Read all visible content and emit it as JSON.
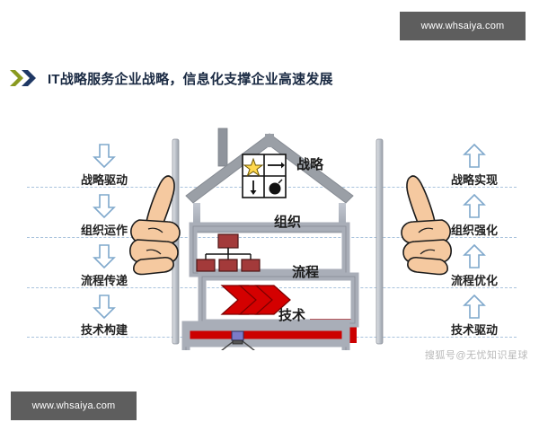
{
  "page": {
    "title_text": "IT战略服务企业战略，信息化支撑企业高速发展",
    "logo_icon": "double-chevron-icon",
    "logo_colors": {
      "first": "#8a9a20",
      "second": "#1f3864"
    },
    "background": "#ffffff"
  },
  "watermarks": {
    "top_right": "www.whsaiya.com",
    "bottom_left": "www.whsaiya.com",
    "faint_bottom_right": "搜狐号@无忧知识星球",
    "box_color": "#5e5e5e",
    "box_text_color": "#ffffff",
    "faint_color": "#b9b9b9"
  },
  "diagram": {
    "type": "house-framework",
    "left_column_header": "",
    "right_column_header": "",
    "left_arrow_direction": "down",
    "right_arrow_direction": "up",
    "arrow_stroke": "#7fa8cc",
    "arrow_fill": "#ffffff",
    "dash_color": "#a9c3dd",
    "hand_icon_left": "thumbs-up-hand-icon",
    "hand_icon_right": "thumbs-up-hand-icon",
    "levels": [
      {
        "key": "strategy",
        "left_label": "战略驱动",
        "floor_label": "战略",
        "right_label": "战略实现",
        "icon": "strategy-quadrant-icon",
        "icon_parts": [
          "yellow-star",
          "right-arrow",
          "down-arrow",
          "black-bomb"
        ]
      },
      {
        "key": "organization",
        "left_label": "组织运作",
        "floor_label": "组织",
        "right_label": "组织强化",
        "icon": "org-chart-icon",
        "icon_color": "#a33a3a"
      },
      {
        "key": "process",
        "left_label": "流程传递",
        "floor_label": "流程",
        "right_label": "流程优化",
        "icon": "process-chevrons-icon",
        "icon_color": "#d40000"
      },
      {
        "key": "technology",
        "left_label": "技术构建",
        "floor_label": "技术",
        "right_label": "技术驱动",
        "icon": "network-nodes-icon",
        "icon_color": "#6a6ab4"
      }
    ],
    "structure": {
      "roof_color": "#9a9a9a",
      "wall_color": "#a9aeb8",
      "pillar_color": "#bfc4cc",
      "foundation_label": "",
      "foundation_color": "#cc0000",
      "chimney": "chimney-icon"
    }
  }
}
